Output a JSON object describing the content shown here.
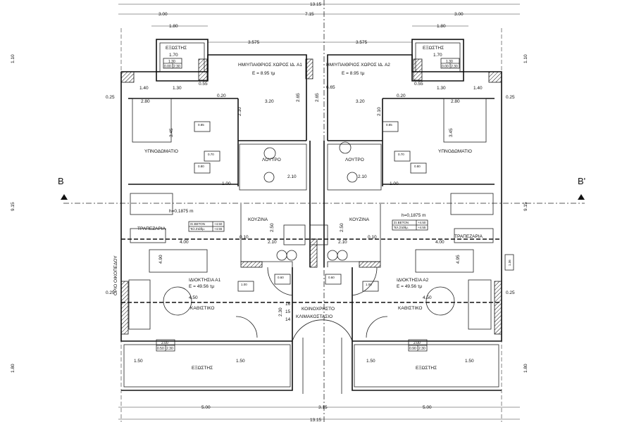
{
  "section_marks": {
    "left": "B",
    "right": "B'"
  },
  "dimensions": {
    "total_width": "13.15",
    "side": "3.00",
    "middle": "7.15",
    "balcony_top": "1.80",
    "half": "3.575",
    "balcony_inner": "1.70",
    "d055": "0.55",
    "d025": "0.25",
    "d140": "1.40",
    "d130": "1.30",
    "d020": "0.20",
    "d280": "2.80",
    "d320": "3.20",
    "d265": "2.65",
    "d665": "6.65",
    "d345": "3.45",
    "d210": "2.10",
    "d100": "1.00",
    "d010": "0.10",
    "d400": "4.00",
    "d250": "2.50",
    "d450": "4.50",
    "d490": "4.90",
    "d495": "4.95",
    "d150": "1.50",
    "d180": "1.80",
    "d110": "1.10",
    "d915": "9.15",
    "d500": "5.00",
    "d315": "3.15",
    "d230": "2.30",
    "d170": "1.70"
  },
  "rooms": {
    "balcony": "ΕΞΩΣΤΗΣ",
    "semi_open_a1": "ΗΜΙΥΠΑΙΘΡΙΟΣ ΧΩΡΟΣ ΙΔ. Α1",
    "semi_open_a2": "ΗΜΙΥΠΑΙΘΡΙΟΣ ΧΩΡΟΣ ΙΔ. Α2",
    "semi_open_area": "Ε = 8.95 τμ",
    "bedroom": "ΥΠΝΟΔΩΜΑΤΙΟ",
    "bathroom": "ΛΟΥΤΡΟ",
    "kitchen": "ΚΟΥΖΙΝΑ",
    "dining": "ΤΡΑΠΕΖΑΡΙΑ",
    "property_a1": "ΙΔΙΟΚΤΗΣΙΑ Α1",
    "property_a2": "ΙΔΙΟΚΤΗΣΙΑ Α2",
    "property_area": "Ε = 49.56 τμ",
    "living": "ΚΑΘΙΣΤΙΚΟ",
    "stair_1": "ΚΟΙΝΟΧΡΗΣΤΟ",
    "stair_2": "ΚΛΙΜΑΚΟΣΤΑΣΙΟ",
    "plot_limit": "ΟΡΙΟ ΟΙΚΟΠΕΔΟΥ",
    "step_height": "h=0,1875 m"
  },
  "level_table": {
    "r1": "Στ.ΒΕΤΟΝ",
    "v1": "+4.50",
    "r2": "Τελ.Στάθμ.",
    "v2": "+4.55"
  },
  "openings": {
    "w130": "1.30",
    "w000": "0.00",
    "w230": "2.30",
    "w085": "0.85",
    "w080": "0.80",
    "w070": "0.70",
    "w060": "0.60",
    "w110": "1.10",
    "w100": "1.00",
    "w200": "2.00",
    "w050": "0.50",
    "w090": "0.90",
    "w136": "1.36"
  },
  "stair_steps": {
    "s16": "16",
    "s15": "15",
    "s14": "14"
  }
}
